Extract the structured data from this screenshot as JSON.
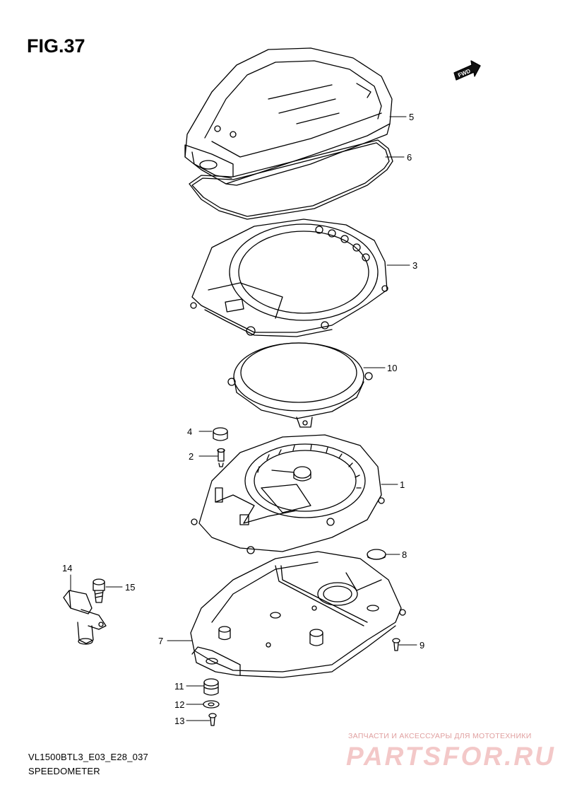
{
  "figure": {
    "title": "FIG.37",
    "model_code": "VL1500BTL3_E03_E28_037",
    "caption": "SPEEDOMETER",
    "fwd_label": "FWD"
  },
  "callouts": [
    "5",
    "6",
    "3",
    "10",
    "4",
    "2",
    "1",
    "8",
    "14",
    "15",
    "7",
    "9",
    "11",
    "12",
    "13"
  ],
  "watermark": {
    "tagline": "ЗАПЧАСТИ И АКСЕССУАРЫ ДЛЯ МОТОТЕХНИКИ",
    "brand": "PARTSFOR.RU",
    "color": "#f3c8c8"
  }
}
